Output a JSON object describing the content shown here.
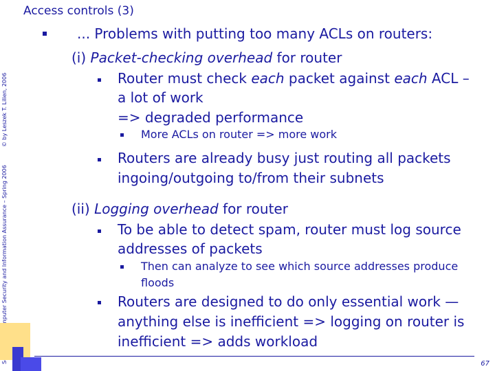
{
  "slide": {
    "title": "Access controls (3)",
    "side_credit": "© by Leszek T. Lilien, 2006",
    "side_section": "Section 8 – Computer Security and Information Assurance – Spring 2006",
    "page_number": "67"
  },
  "content": {
    "heading": "... Problems with putting too many ACLs on routers:",
    "section_i_prefix": "(i)",
    "section_i_topic": "Packet-checking overhead",
    "section_i_suffix": "for router",
    "i_b1_part1": "Router must check ",
    "i_b1_em1": "each",
    "i_b1_part2": " packet against ",
    "i_b1_em2": "each",
    "i_b1_part3": " ACL –",
    "i_b1_line2": "a lot of work",
    "i_b1_line3": "=> degraded performance",
    "i_b1_sub": "More ACLs on router => more work",
    "i_b2_line1": "Routers are already busy just routing all packets",
    "i_b2_line2": "ingoing/outgoing to/from their subnets",
    "section_ii_prefix": "(ii)",
    "section_ii_topic": "Logging overhead",
    "section_ii_suffix": "for router",
    "ii_b1_line1": "To be able to detect spam, router must log source",
    "ii_b1_line2": "addresses of packets",
    "ii_b1_sub_line1": "Then can analyze to see which source addresses produce",
    "ii_b1_sub_line2": "floods",
    "ii_b2_line1": "Routers are designed to do only essential work —",
    "ii_b2_line2": "anything else is inefficient => logging on router is",
    "ii_b2_line3": "inefficient => adds workload"
  }
}
